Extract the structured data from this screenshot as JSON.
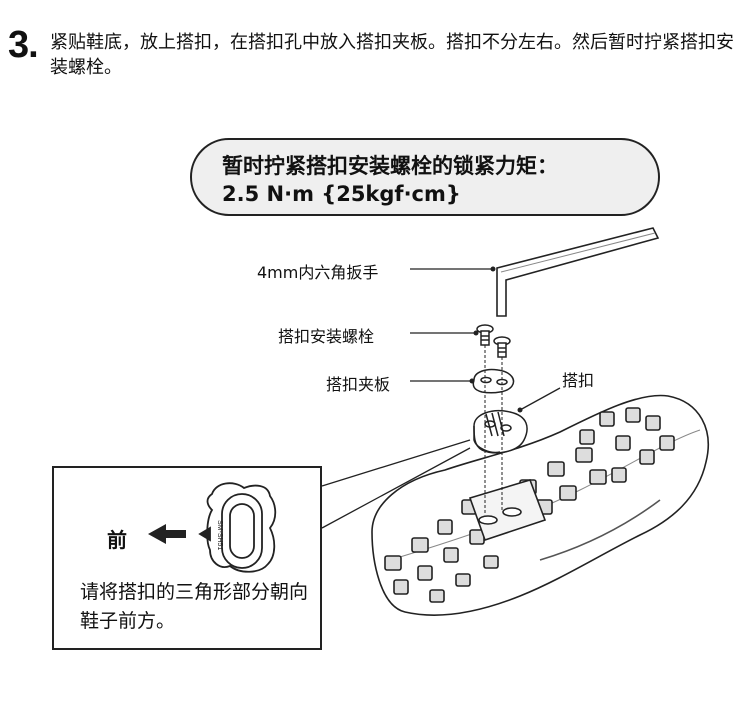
{
  "step": {
    "number": "3.",
    "text": "紧贴鞋底，放上搭扣，在搭扣孔中放入搭扣夹板。搭扣不分左右。然后暂时拧紧搭扣安装螺栓。"
  },
  "torque_spec": {
    "line1": "暂时拧紧搭扣安装螺栓的锁紧力矩：",
    "line2": "2.5 N·m {25kgf·cm}"
  },
  "callouts": {
    "hex_wrench": "4mm内六角扳手",
    "cleat_bolts": "搭扣安装螺栓",
    "cleat_plate": "搭扣夹板",
    "cleat": "搭扣"
  },
  "inset": {
    "front_label": "前",
    "cleat_model": "SM-SH51",
    "note": "请将搭扣的三角形部分朝向鞋子前方。"
  }
}
